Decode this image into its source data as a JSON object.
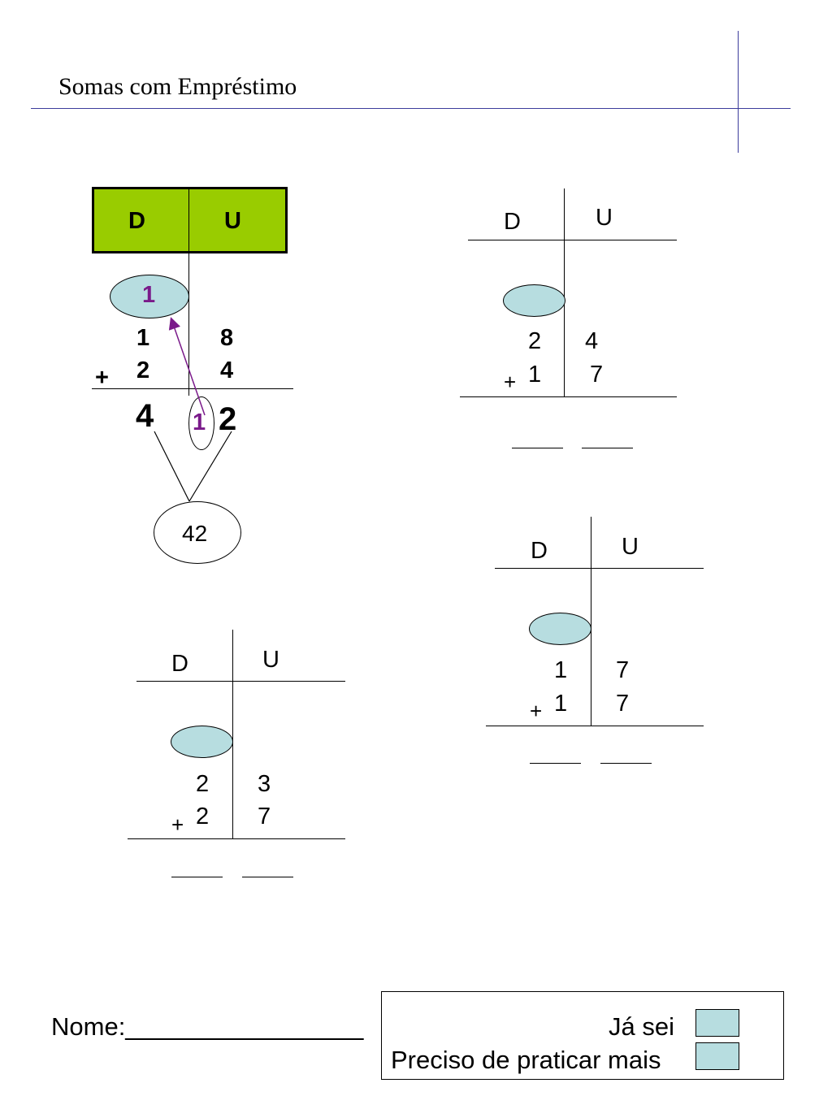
{
  "title": "Somas com Empréstimo",
  "example": {
    "col_d": "D",
    "col_u": "U",
    "carry": "1",
    "top_d": "1",
    "top_u": "8",
    "plus": "+",
    "bottom_d": "2",
    "bottom_u": "4",
    "result_d": "4",
    "carry_below": "1",
    "result_u": "2",
    "total": "42"
  },
  "exercises": [
    {
      "col_d": "D",
      "col_u": "U",
      "top_d": "2",
      "top_u": "4",
      "plus": "+",
      "bottom_d": "1",
      "bottom_u": "7"
    },
    {
      "col_d": "D",
      "col_u": "U",
      "top_d": "1",
      "top_u": "7",
      "plus": "+",
      "bottom_d": "1",
      "bottom_u": "7"
    },
    {
      "col_d": "D",
      "col_u": "U",
      "top_d": "2",
      "top_u": "3",
      "plus": "+",
      "bottom_d": "2",
      "bottom_u": "7"
    }
  ],
  "footer": {
    "name_label": "Nome:_________________",
    "ja_sei": "Já sei",
    "preciso": "Preciso de praticar mais"
  },
  "colors": {
    "header_green": "#99cc00",
    "carry_purple": "#7a1a8a",
    "ellipse_blue": "#b7dde0",
    "rule_blue": "#3c3c9c"
  }
}
